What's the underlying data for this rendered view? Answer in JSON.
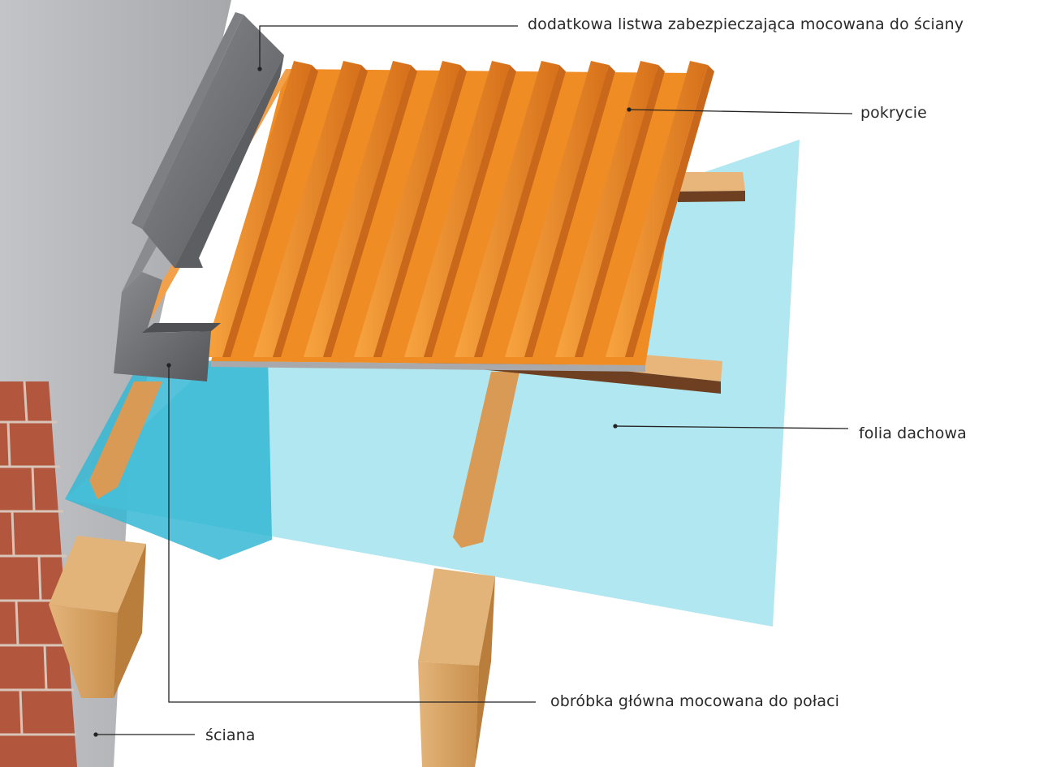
{
  "labels": {
    "flashing_extra": "dodatkowa listwa zabezpieczająca mocowana do ściany",
    "covering": "pokrycie",
    "membrane": "folia dachowa",
    "flashing_main": "obróbka główna mocowana do połaci",
    "wall": "ściana"
  },
  "colors": {
    "wall": "#b5b6b9",
    "brick": "#b2563e",
    "sheet": "#f08c24",
    "membrane": "#a8e4ee",
    "timber": "#d9a463",
    "flashing": "#6e7074",
    "leader": "#222222"
  }
}
